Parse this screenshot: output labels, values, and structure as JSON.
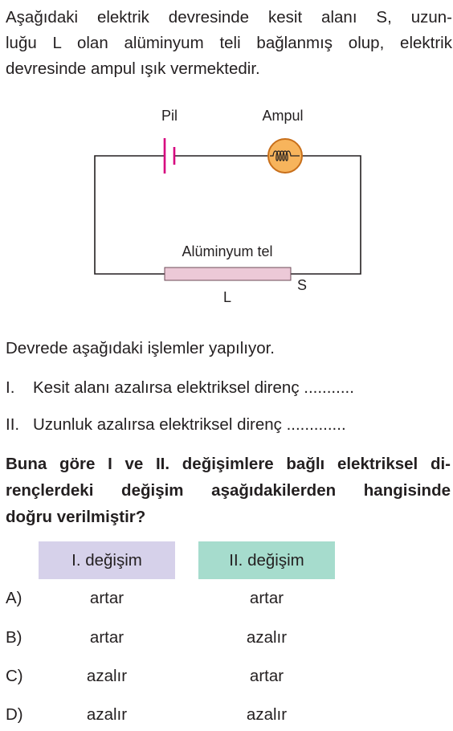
{
  "intro": {
    "line1": "Aşağıdaki elektrik devresinde kesit alanı S, uzun-",
    "line2": "luğu L olan alüminyum teli bağlanmış olup, elektrik",
    "line3": "devresinde ampul ışık vermektedir."
  },
  "circuit": {
    "battery_label": "Pil",
    "bulb_label": "Ampul",
    "wire_label": "Alüminyum tel",
    "length_label": "L",
    "area_label": "S",
    "colors": {
      "wire": "#231f20",
      "battery": "#d6007e",
      "bulb_fill": "#f7b45c",
      "bulb_stroke": "#c86f1a",
      "rod_fill": "#ecc9d7",
      "rod_stroke": "#6d4b57"
    }
  },
  "prompt": "Devrede aşağıdaki işlemler yapılıyor.",
  "statements": [
    {
      "num": "I.",
      "text": "Kesit alanı azalırsa elektriksel direnç ..........."
    },
    {
      "num": "II.",
      "text": "Uzunluk azalırsa elektriksel direnç ............."
    }
  ],
  "question": {
    "line1": "Buna göre I ve II. değişimlere bağlı elektriksel di-",
    "line2": "rençlerdeki değişim aşağıdakilerden hangisinde",
    "line3": "doğru verilmiştir?"
  },
  "table": {
    "headers": [
      "I. değişim",
      "II. değişim"
    ],
    "header_colors": [
      "#d6d1ea",
      "#a6dccd"
    ],
    "rows": [
      {
        "letter": "A)",
        "c1": "artar",
        "c2": "artar"
      },
      {
        "letter": "B)",
        "c1": "artar",
        "c2": "azalır"
      },
      {
        "letter": "C)",
        "c1": "azalır",
        "c2": "artar"
      },
      {
        "letter": "D)",
        "c1": "azalır",
        "c2": "azalır"
      }
    ]
  }
}
